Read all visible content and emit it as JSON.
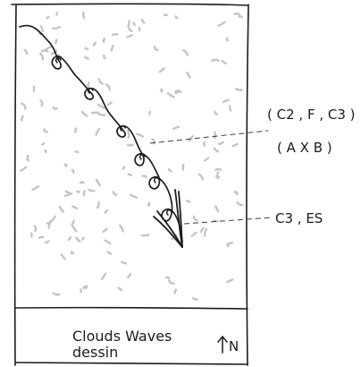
{
  "annotations": {
    "top_formula": "( C2 , F , C3 )",
    "sub_formula": "( A X B )",
    "end_label": "C3 , ES"
  },
  "title_block": {
    "line1": "Clouds Waves",
    "line2": "dessin",
    "north_mark": "N"
  },
  "colors": {
    "ink": "#1c1c1c",
    "speckle": "#c4c4c4",
    "paper": "#ffffff"
  }
}
